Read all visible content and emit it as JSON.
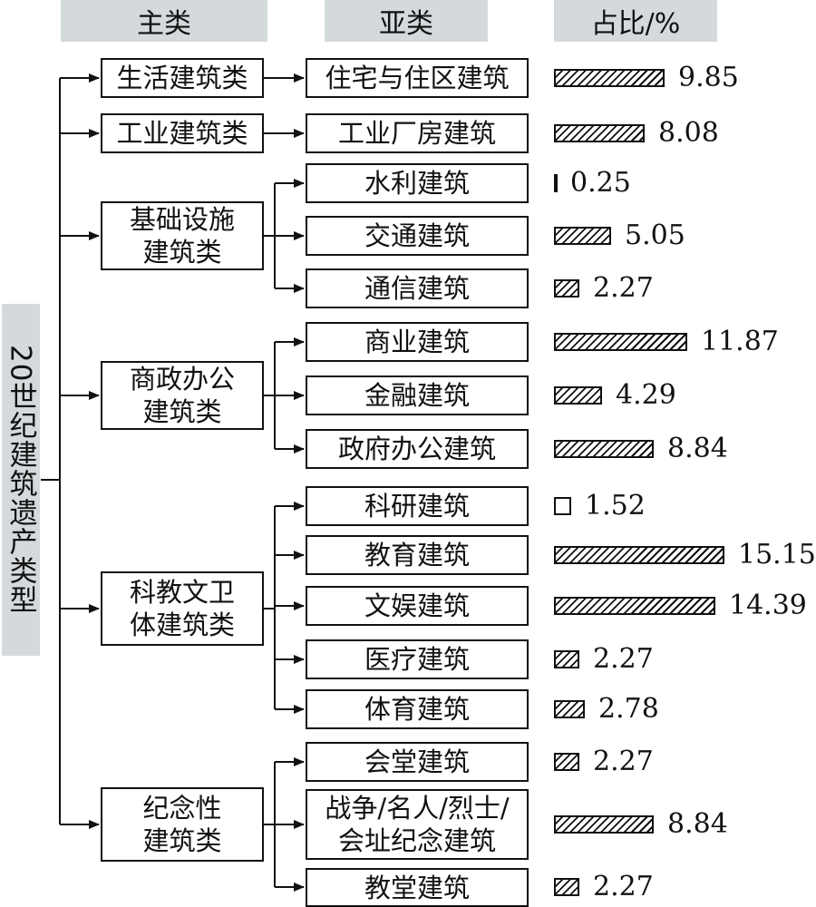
{
  "headers": {
    "main": "主类",
    "sub": "亚类",
    "ratio": "占比/%"
  },
  "root": {
    "label": "20世纪建筑遗产类型"
  },
  "categories": [
    {
      "label": "生活建筑类"
    },
    {
      "label": "工业建筑类"
    },
    {
      "label": "基础设施\n建筑类"
    },
    {
      "label": "商政办公\n建筑类"
    },
    {
      "label": "科教文卫\n体建筑类"
    },
    {
      "label": "纪念性\n建筑类"
    }
  ],
  "subcategories": [
    {
      "label": "住宅与住区建筑",
      "value": "9.85"
    },
    {
      "label": "工业厂房建筑",
      "value": "8.08"
    },
    {
      "label": "水利建筑",
      "value": "0.25"
    },
    {
      "label": "交通建筑",
      "value": "5.05"
    },
    {
      "label": "通信建筑",
      "value": "2.27"
    },
    {
      "label": "商业建筑",
      "value": "11.87"
    },
    {
      "label": "金融建筑",
      "value": "4.29"
    },
    {
      "label": "政府办公建筑",
      "value": "8.84"
    },
    {
      "label": "科研建筑",
      "value": "1.52"
    },
    {
      "label": "教育建筑",
      "value": "15.15"
    },
    {
      "label": "文娱建筑",
      "value": "14.39"
    },
    {
      "label": "医疗建筑",
      "value": "2.27"
    },
    {
      "label": "体育建筑",
      "value": "2.78"
    },
    {
      "label": "会堂建筑",
      "value": "2.27"
    },
    {
      "label": "战争/名人/烈士/\n会址纪念建筑",
      "value": "8.84"
    },
    {
      "label": "教堂建筑",
      "value": "2.27"
    }
  ]
}
